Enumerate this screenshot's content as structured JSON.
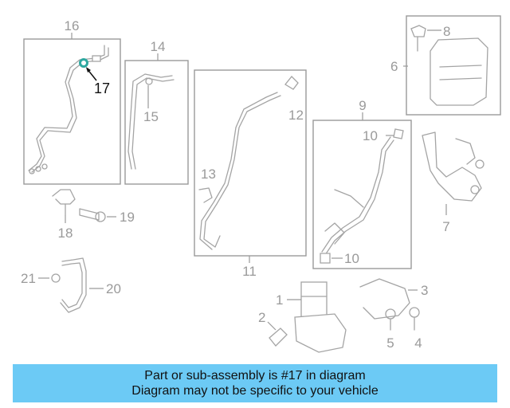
{
  "callouts": {
    "c1": "1",
    "c2": "2",
    "c3": "3",
    "c4": "4",
    "c5": "5",
    "c6": "6",
    "c7": "7",
    "c8": "8",
    "c9": "9",
    "c10a": "10",
    "c10b": "10",
    "c11": "11",
    "c12": "12",
    "c13": "13",
    "c14": "14",
    "c15": "15",
    "c16": "16",
    "c17": "17",
    "c18": "18",
    "c19": "19",
    "c20": "20",
    "c21": "21"
  },
  "highlight_part": "17",
  "colors": {
    "banner_background": "#6ccaf5",
    "highlight_part": "#2ea8a0",
    "line_art": "#a4a4a4"
  },
  "banner": {
    "line1": "Part or sub-assembly is #17 in diagram",
    "line2": "Diagram may not be specific to your vehicle"
  }
}
